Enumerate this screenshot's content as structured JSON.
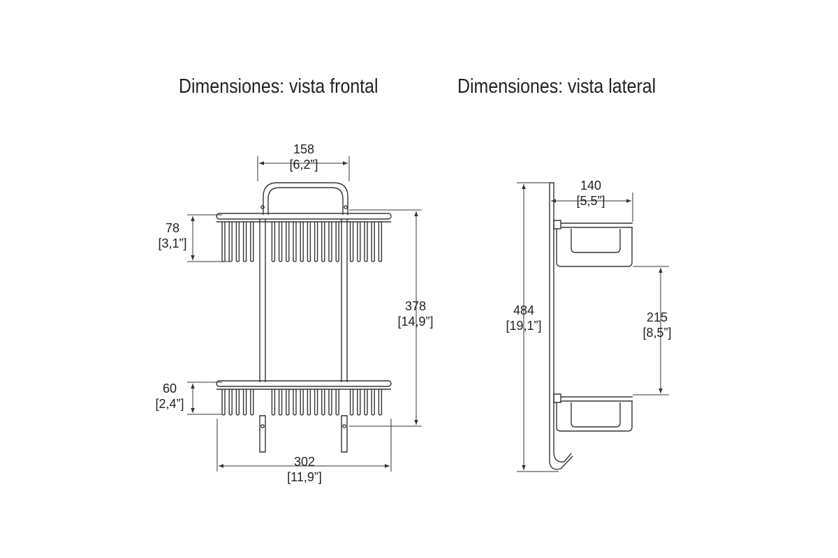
{
  "titles": {
    "front": "Dimensiones: vista frontal",
    "side": "Dimensiones: vista lateral"
  },
  "front_view": {
    "handle_width": {
      "mm": "158",
      "in": "[6,2”]"
    },
    "top_basket_height": {
      "mm": "78",
      "in": "[3,1”]"
    },
    "shelf_spacing": {
      "mm": "378",
      "in": "[14,9”]"
    },
    "bottom_basket_height": {
      "mm": "60",
      "in": "[2,4”]"
    },
    "overall_width": {
      "mm": "302",
      "in": "[11,9”]"
    }
  },
  "side_view": {
    "depth": {
      "mm": "140",
      "in": "[5,5”]"
    },
    "overall_height": {
      "mm": "484",
      "in": "[19,1”]"
    },
    "basket_gap": {
      "mm": "215",
      "in": "[8,5”]"
    }
  },
  "colors": {
    "line": "#333333",
    "text": "#222222"
  }
}
